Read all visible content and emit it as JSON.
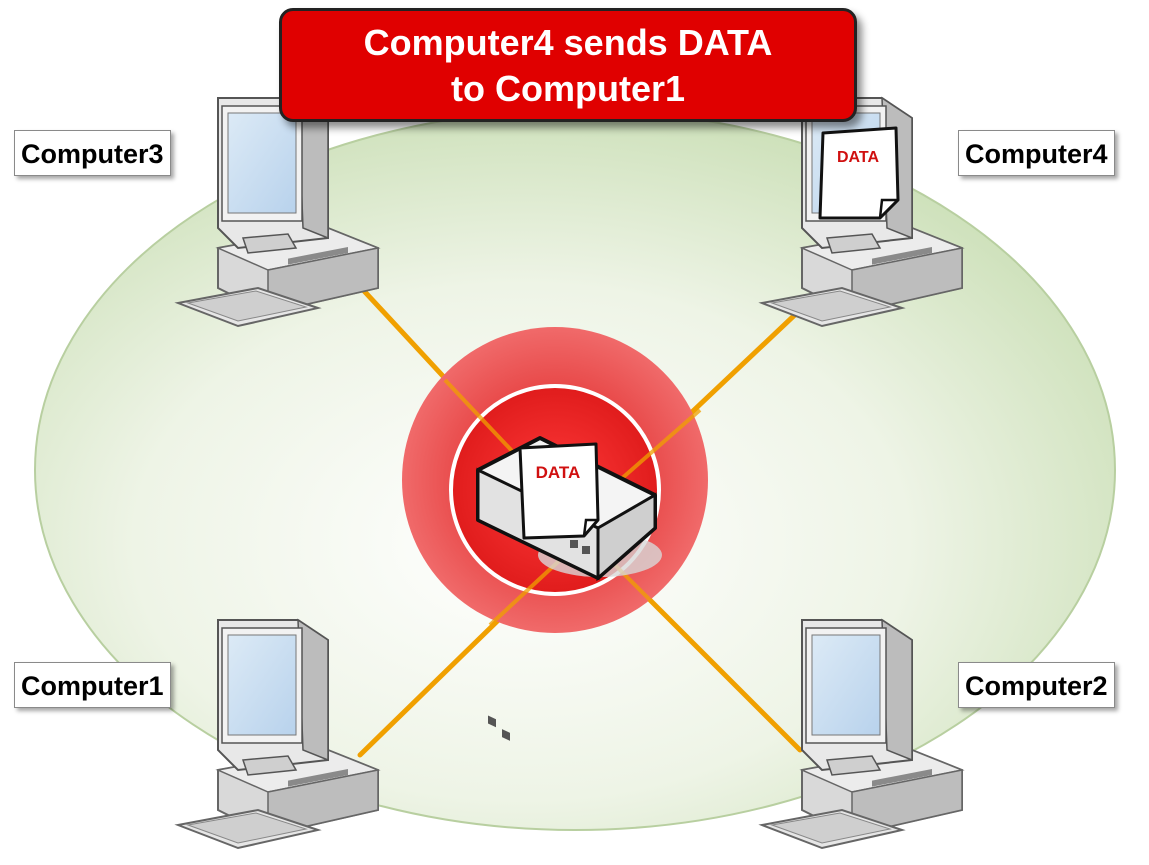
{
  "title": {
    "line1": "Computer4 sends DATA",
    "line2": "to Computer1"
  },
  "computers": [
    {
      "id": "computer3",
      "label": "Computer3"
    },
    {
      "id": "computer4",
      "label": "Computer4"
    },
    {
      "id": "computer1",
      "label": "Computer1"
    },
    {
      "id": "computer2",
      "label": "Computer2"
    }
  ],
  "documents": {
    "at_computer4": "DATA",
    "at_hub": "DATA"
  },
  "colors": {
    "banner": "#e00000",
    "cable": "#f0a000",
    "hub_ring": "#ee3333",
    "network_area": "#d8e8c8",
    "data_text": "#d01010"
  },
  "icons": [
    "desktop-computer-icon",
    "hub-icon",
    "document-icon"
  ]
}
